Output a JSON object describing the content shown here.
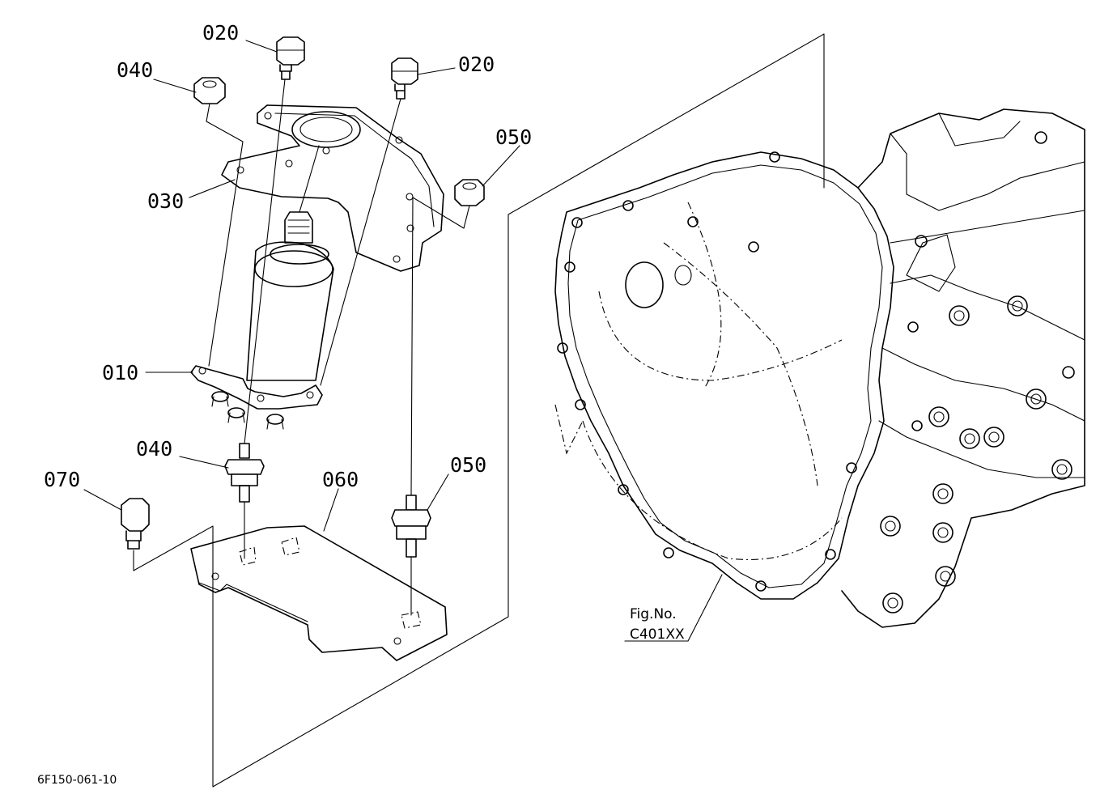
{
  "drawing_number": "6F150-061-10",
  "reference": {
    "line1": "Fig.No.",
    "line2": "C401XX"
  },
  "parts": [
    {
      "id": "starter-motor",
      "callout": "010"
    },
    {
      "id": "bolt-top",
      "callout": "020"
    },
    {
      "id": "bolt-right",
      "callout": "020"
    },
    {
      "id": "bracket",
      "callout": "030"
    },
    {
      "id": "stud-left",
      "callout": "040"
    },
    {
      "id": "stud-right",
      "callout": "040"
    },
    {
      "id": "nut-left",
      "callout": "050"
    },
    {
      "id": "nut-right",
      "callout": "050"
    },
    {
      "id": "base-plate",
      "callout": "060"
    },
    {
      "id": "bolt-lower",
      "callout": "070"
    }
  ]
}
